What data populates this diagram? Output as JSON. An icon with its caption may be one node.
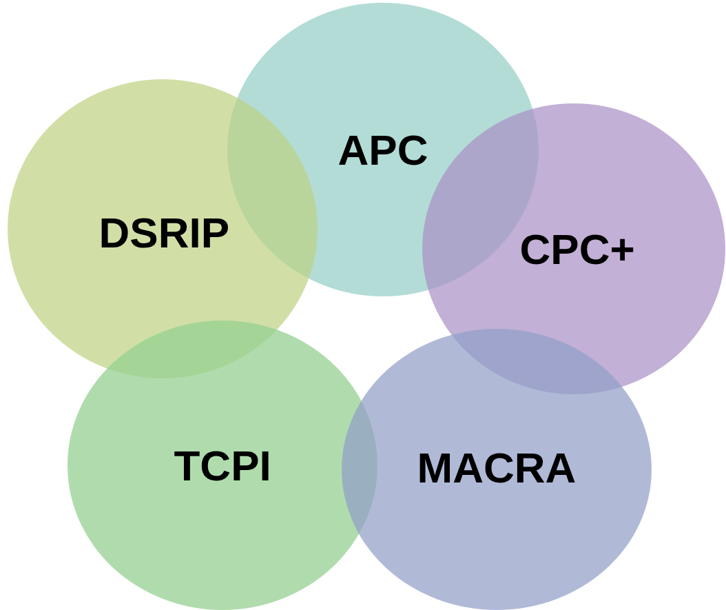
{
  "diagram": {
    "nodes": [
      {
        "text": [
          "APC"
        ]
      },
      {
        "text": [
          "DSRIP"
        ]
      },
      {
        "text": [
          "CPC+"
        ]
      },
      {
        "text": [
          "TCPI"
        ]
      },
      {
        "text": [
          "MACRA"
        ]
      }
    ]
  }
}
